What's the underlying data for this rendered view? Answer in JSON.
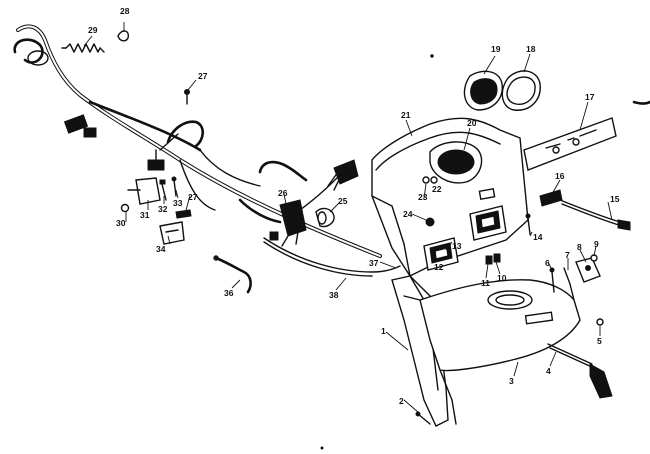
{
  "diagram": {
    "callouts": [
      {
        "id": "28",
        "label": "28"
      },
      {
        "id": "29",
        "label": "29"
      },
      {
        "id": "27a",
        "label": "27"
      },
      {
        "id": "19",
        "label": "19"
      },
      {
        "id": "18",
        "label": "18"
      },
      {
        "id": "17",
        "label": "17"
      },
      {
        "id": "21",
        "label": "21"
      },
      {
        "id": "20",
        "label": "20"
      },
      {
        "id": "16",
        "label": "16"
      },
      {
        "id": "15",
        "label": "15"
      },
      {
        "id": "23",
        "label": "23"
      },
      {
        "id": "22",
        "label": "22"
      },
      {
        "id": "24",
        "label": "24"
      },
      {
        "id": "14",
        "label": "14"
      },
      {
        "id": "13",
        "label": "13"
      },
      {
        "id": "12",
        "label": "12"
      },
      {
        "id": "11",
        "label": "11"
      },
      {
        "id": "10",
        "label": "10"
      },
      {
        "id": "9",
        "label": "9"
      },
      {
        "id": "8",
        "label": "8"
      },
      {
        "id": "7",
        "label": "7"
      },
      {
        "id": "6",
        "label": "6"
      },
      {
        "id": "5",
        "label": "5"
      },
      {
        "id": "4",
        "label": "4"
      },
      {
        "id": "3",
        "label": "3"
      },
      {
        "id": "2",
        "label": "2"
      },
      {
        "id": "1",
        "label": "1"
      },
      {
        "id": "37",
        "label": "37"
      },
      {
        "id": "38",
        "label": "38"
      },
      {
        "id": "36",
        "label": "36"
      },
      {
        "id": "34",
        "label": "34"
      },
      {
        "id": "30",
        "label": "30"
      },
      {
        "id": "31",
        "label": "31"
      },
      {
        "id": "32",
        "label": "32"
      },
      {
        "id": "33",
        "label": "33"
      },
      {
        "id": "27b",
        "label": "27"
      },
      {
        "id": "26",
        "label": "26"
      },
      {
        "id": "25",
        "label": "25"
      }
    ],
    "console_stickers": {
      "gauge_face": "",
      "speedo_face": "",
      "tray_label": ""
    }
  }
}
